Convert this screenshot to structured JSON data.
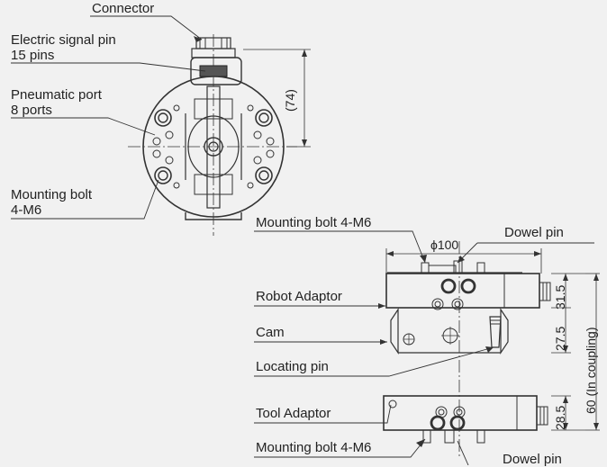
{
  "top_view": {
    "connector": "Connector",
    "signal_pin": [
      "Electric signal pin",
      "15 pins"
    ],
    "pneumatic_port": [
      "Pneumatic port",
      "8 ports"
    ],
    "mounting_bolt": [
      "Mounting bolt",
      "4-M6"
    ],
    "height_dim": "(74)"
  },
  "side_view": {
    "mounting_bolt_top": "Mounting bolt 4-M6",
    "dowel_pin_top": "Dowel pin",
    "diameter": "ϕ100",
    "robot_adaptor": "Robot Adaptor",
    "cam": "Cam",
    "locating_pin": "Locating pin",
    "tool_adaptor": "Tool Adaptor",
    "mounting_bolt_bottom": "Mounting bolt 4-M6",
    "dowel_pin_bottom": "Dowel pin",
    "dim_315": "31.5",
    "dim_275": "27.5",
    "dim_285": "28.5",
    "dim_total": "60 (In coupling)"
  }
}
